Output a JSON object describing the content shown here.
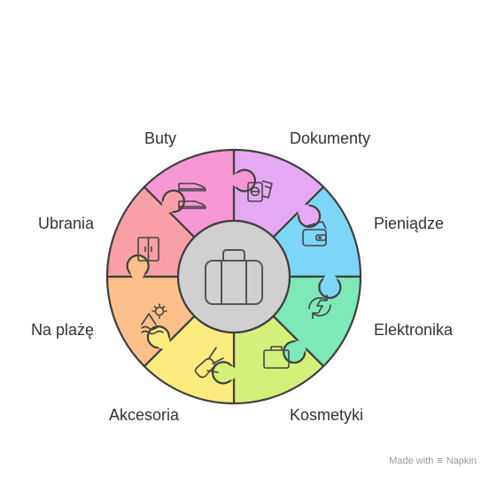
{
  "segments": [
    {
      "key": "buty",
      "label": "Buty",
      "icon": "shoes-icon",
      "color": "#E5A8F2"
    },
    {
      "key": "dokumenty",
      "label": "Dokumenty",
      "icon": "passport-documents-icon",
      "color": "#7DD6F7"
    },
    {
      "key": "pieniadze",
      "label": "Pieniądze",
      "icon": "wallet-money-icon",
      "color": "#7EE8B8"
    },
    {
      "key": "elektronika",
      "label": "Elektronika",
      "icon": "charging-cycle-icon",
      "color": "#D5F07A"
    },
    {
      "key": "kosmetyki",
      "label": "Kosmetyki",
      "icon": "toiletry-bag-icon",
      "color": "#FCEC7F"
    },
    {
      "key": "akcesoria",
      "label": "Akcesoria",
      "icon": "pocket-knife-icon",
      "color": "#FDC08A"
    },
    {
      "key": "na_plaze",
      "label": "Na plażę",
      "icon": "beach-sun-icon",
      "color": "#F8A0A6"
    },
    {
      "key": "ubrania",
      "label": "Ubrania",
      "icon": "wardrobe-icon",
      "color": "#F797D4"
    }
  ],
  "center": {
    "icon": "suitcase-icon",
    "color": "#D0D0D0"
  },
  "branding": {
    "prefix": "Made with",
    "name": "Napkin"
  }
}
